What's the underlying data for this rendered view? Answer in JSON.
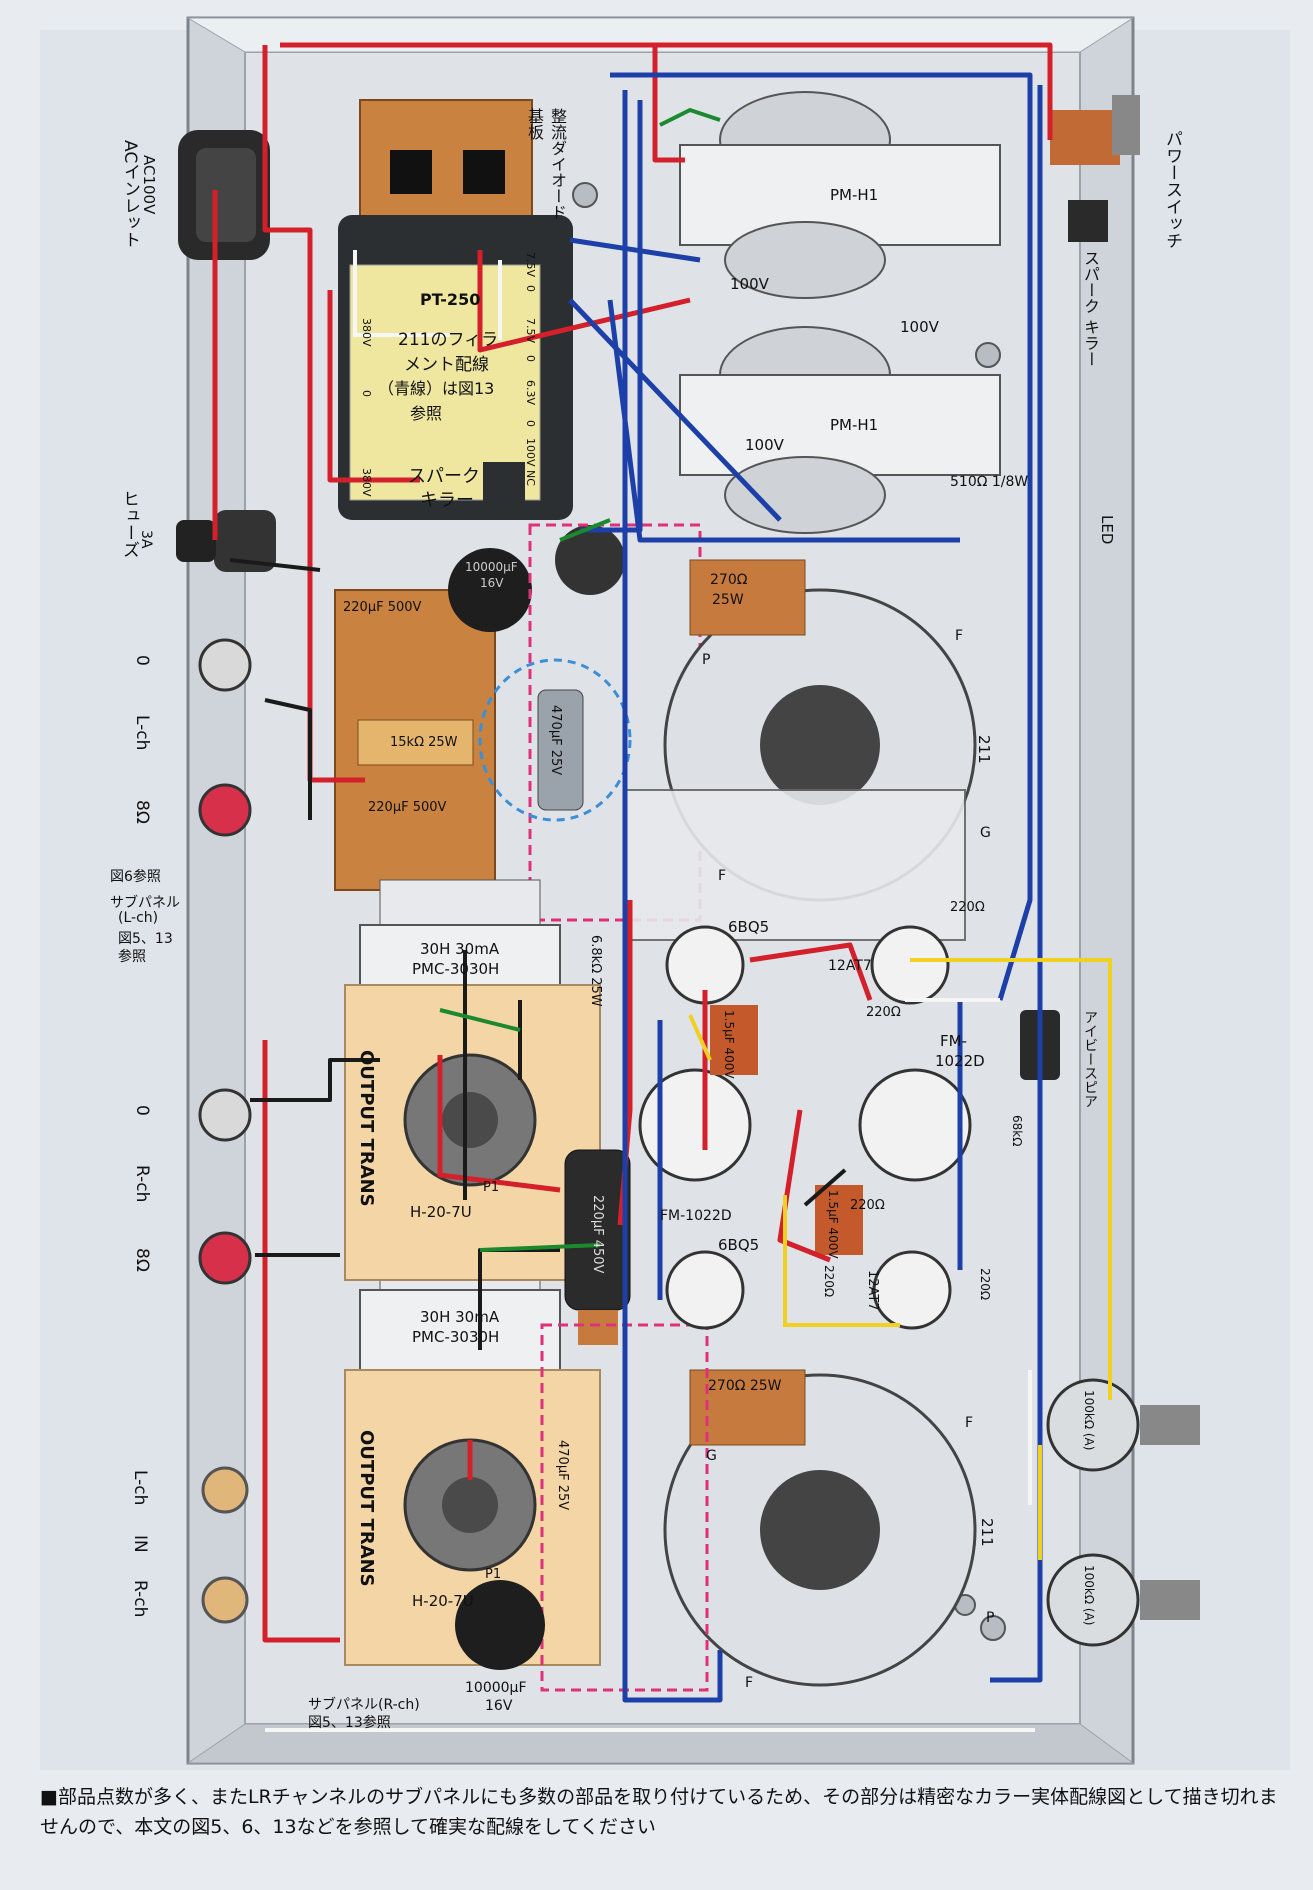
{
  "labels": {
    "ac_inlet": "ACインレット",
    "ac_inlet_v": "AC100V",
    "rectifier_board_1": "整流ダイオード",
    "rectifier_board_2": "基板",
    "pt250": "PT-250",
    "pt250_note_1": "211のフィラ",
    "pt250_note_2": "メント配線",
    "pt250_note_3": "（青線）は図13",
    "pt250_note_4": "参照",
    "spark_killer_in_pt": "スパーク",
    "spark_killer_in_pt2": "キラー",
    "pm_h1_top": "PM-H1",
    "pm_h1_bottom": "PM-H1",
    "v100_a": "100V",
    "v100_b": "100V",
    "v100_c": "100V",
    "spark_killer_right": "スパーク キラー",
    "power_switch": "パワースイッチ",
    "resistor_510": "510Ω 1/8W",
    "led": "LED",
    "fuse": "ヒューズ",
    "fuse_rating": "3A",
    "out_0_l": "0",
    "out_lch": "L-ch",
    "out_8_l": "8Ω",
    "fig6": "図6参照",
    "subpanel_l_1": "サブパネル",
    "subpanel_l_2": "(L-ch)",
    "subpanel_l_3": "図5、13",
    "subpanel_l_4": "参照",
    "out_0_r": "0",
    "out_rch": "R-ch",
    "out_8_r": "8Ω",
    "in_lch": "L-ch",
    "in_label": "IN",
    "in_rch": "R-ch",
    "choke_top_1": "30H 30mA",
    "choke_top_2": "PMC-3030H",
    "choke_bot_1": "30H 30mA",
    "choke_bot_2": "PMC-3030H",
    "ot_top": "OUTPUT TRANS",
    "ot_bot": "OUTPUT TRANS",
    "ot_top_model": "H-20-7U",
    "ot_bot_model": "H-20-7U",
    "cap_10000_top_1": "10000μF",
    "cap_10000_top_2": "16V",
    "cap_10000_bot_1": "10000μF",
    "cap_10000_bot_2": "16V",
    "cap_220_500_a": "220μF 500V",
    "cap_220_500_b": "220μF 500V",
    "res_15k": "15kΩ 25W",
    "cap_470_top": "470μF 25V",
    "cap_470_bot": "470μF 25V",
    "res_270_top_1": "270Ω",
    "res_270_top_2": "25W",
    "res_270_bot": "270Ω 25W",
    "res_68k": "6.8kΩ 25W",
    "cap_220_450": "220μF 450V",
    "tube_211_top": "211",
    "tube_211_bot": "211",
    "tube_6bq5_top": "6BQ5",
    "tube_6bq5_bot": "6BQ5",
    "tube_12at7_top": "12AT7",
    "tube_12at7_bot": "12AT7",
    "fm1022d_right_1": "FM-",
    "fm1022d_right_2": "1022D",
    "fm1022d_left": "FM-1022D",
    "r220_a": "220Ω",
    "r220_b": "220Ω",
    "r220_c": "220Ω",
    "r220_d": "220Ω",
    "r220_e": "220Ω",
    "r68k": "68kΩ",
    "cap15_a": "1.5μF 400V",
    "cap15_b": "1.5μF 400V",
    "ivy_spear": "アイビースピア",
    "vol_top": "100kΩ (A)",
    "vol_bot": "100kΩ (A)",
    "pin_p_a": "P",
    "pin_f_a": "F",
    "pin_g_a": "G",
    "pin_f_b": "F",
    "pin_p_b": "P",
    "pin_f_c": "F",
    "pin_g_b": "G",
    "pin_f_d": "F",
    "pin_p1_a": "P1",
    "pin_p1_b": "P1",
    "subpanel_r_1": "サブパネル(R-ch)",
    "subpanel_r_2": "図5、13参照",
    "pt_380a": "380V",
    "pt_380b": "380V",
    "pt_0a": "0",
    "pt_0b": "0",
    "pt_75a": "7.5V",
    "pt_75b": "7.5V",
    "pt_63": "6.3V",
    "pt_100nc": "100V NC",
    "pt_0c": "0",
    "pt_0d": "0",
    "caption": "■部品点数が多く、またLRチャンネルのサブパネルにも多数の部品を取り付けているため、その部分は精密なカラー実体配線図として描き切れませんので、本文の図5、6、13などを参照して確実な配線をしてください"
  },
  "colors": {
    "chassis": "#dadee3",
    "chassis_edge": "#8d939b",
    "board": "#c9823f",
    "pt_face": "#efe7a0",
    "pt_body": "#2c2f32",
    "trans_plate": "#f4d6a6",
    "red_wire": "#d3202a",
    "blue_wire": "#1c3fa8",
    "black_wire": "#1a1a1a",
    "green_wire": "#1b8a2e",
    "white_wire": "#f6f6f6",
    "yellow_wire": "#f0d020",
    "magenta_dash": "#e0307a",
    "cyan_dash": "#3a8fd8"
  }
}
